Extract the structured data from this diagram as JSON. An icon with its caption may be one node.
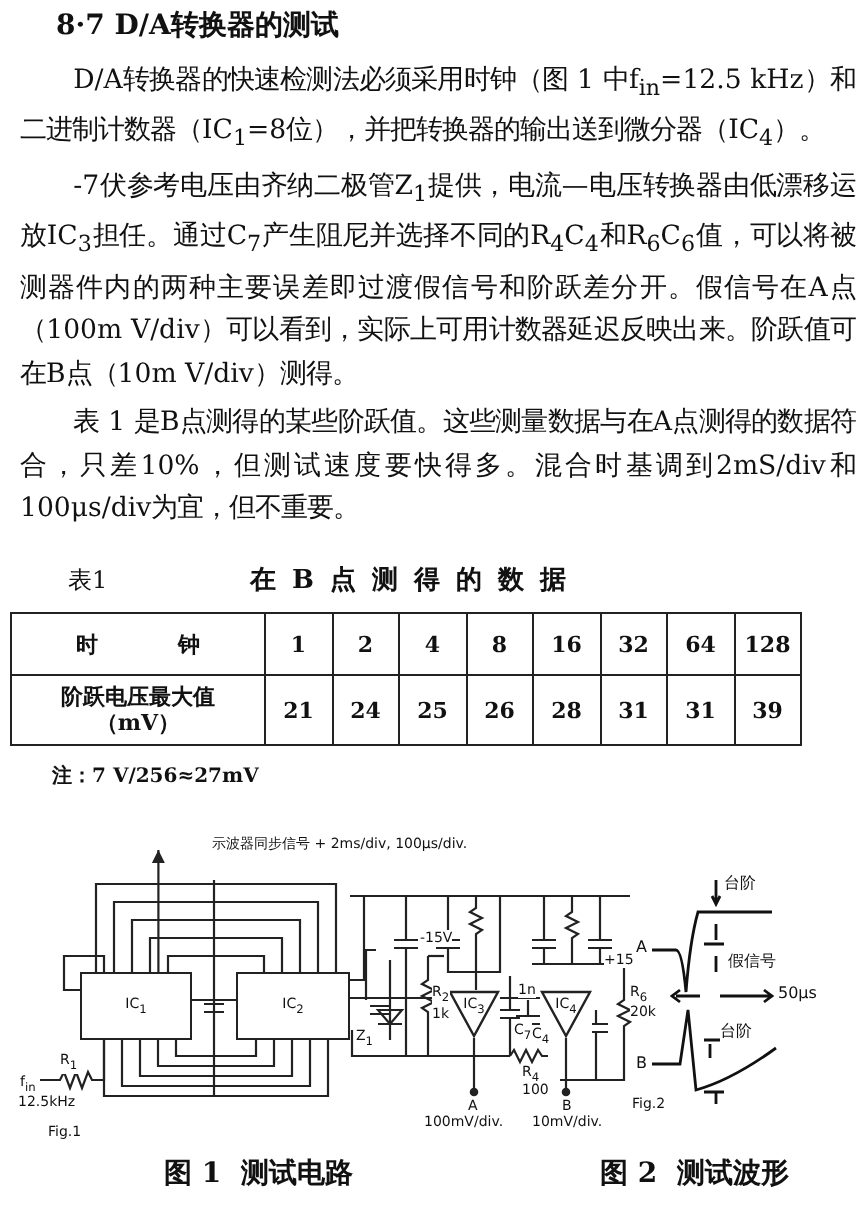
{
  "diagram": {
    "title": "8·7 D/A转换器的测试",
    "nodes": [
      {
        "text": [
          "IC$_{1}$"
        ]
      },
      {
        "text": [
          "IC$_{2}$"
        ]
      },
      {
        "text": [
          "IC$_{3}$"
        ]
      },
      {
        "text": [
          "IC$_{4}$"
        ]
      }
    ],
    "edges": [
      {
        "from": 0,
        "to": 1,
        "arrow": "none"
      },
      {
        "from": 1,
        "to": 2,
        "arrow": "none"
      },
      {
        "from": 2,
        "to": 3,
        "arrow": "none"
      },
      {
        "from": 0,
        "to": 1,
        "arrow": "none"
      },
      {
        "from": 0,
        "to": 1,
        "arrow": "none"
      },
      {
        "from": 0,
        "to": 1,
        "arrow": "none"
      },
      {
        "from": 0,
        "to": 1,
        "arrow": "none"
      },
      {
        "from": 0,
        "to": 1,
        "arrow": "none"
      },
      {
        "from": 0,
        "to": 1,
        "arrow": "none"
      },
      {
        "from": 0,
        "to": 1,
        "arrow": "none"
      },
      {
        "from": 0,
        "to": 1,
        "arrow": "none"
      },
      {
        "from": 0,
        "to": 1,
        "arrow": "none"
      },
      {
        "from": 0,
        "to": 1,
        "arrow": "none"
      },
      {
        "from": 0,
        "to": null,
        "arrow": "to"
      }
    ],
    "labels": [
      "D/A转换器的快速检测法必须采用时钟（图 1 中f$_{in}$=12.5 kHz）和二进制计数器（IC$_{1}$=8位），并把转换器的输出送到微分器（IC$_{4}$）。",
      "-7伏参考电压由齐纳二极管Z$_{1}$提供，电流—电压转换器由低漂移运放IC$_{3}$担任。通过C$_{7}$产生阻尼并选择不同的R$_{4}$C$_{4}$和R$_{6}$C$_{6}$值，可以将被测器件内的两种主要误差即过渡假信号和阶跃差分开。假信号在A点（100m V/div）可以看到，实际上可用计数器延迟反映出来。阶跃值可在B点（10m V/div）测得。",
      "表 1 是B点测得的某些阶跃值。这些测量数据与在A点测得的数据符合，只差10%，但测试速度要快得多。混合时基调到2mS/div和100μs/div为宜，但不重要。",
      "表1",
      "在B点测得的数据",
      "时钟",
      "1",
      "2",
      "4",
      "8",
      "16",
      "32",
      "64",
      "128",
      "阶跃电压最大值（mV）",
      "21",
      "24",
      "25",
      "26",
      "28",
      "31",
      "31",
      "39",
      "注：7 V/256≈27mV",
      "示波器同步信号 + 2ms/div, 100μs/div.",
      "R$_{1}$",
      "f$_{in}$",
      "12.5kHz",
      "Fig.1",
      "-15V",
      "R$_{2}$",
      "1k",
      "Z$_{1}$",
      "C$_{7}$",
      "1n",
      "C$_{4}$",
      "R$_{4}$",
      "100",
      "R$_{6}$",
      "20k",
      "+15",
      "A",
      "100mV/div.",
      "B",
      "10mV/div.",
      "A",
      "台阶",
      "假信号",
      "50μs",
      "B",
      "台阶",
      "Fig.2",
      "图 1  测试电路",
      "图 2  测试波形"
    ]
  }
}
